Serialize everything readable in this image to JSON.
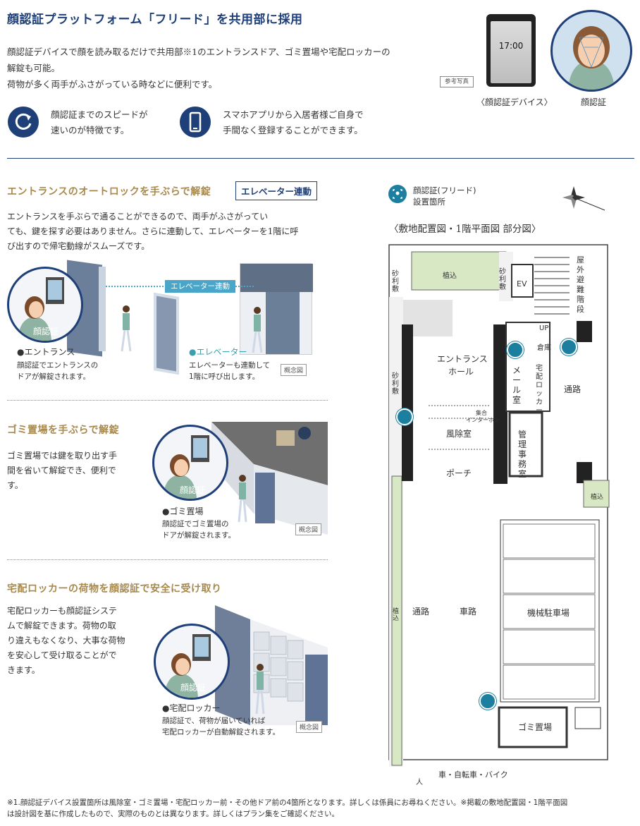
{
  "header": {
    "title": "顔認証プラットフォーム「フリード」を共用部に採用",
    "intro_line1": "顔認証デバイスで顔を読み取るだけで共用部※1のエントランスドア、ゴミ置場や宅配ロッカーの",
    "intro_line2": "解錠も可能。",
    "intro_line3": "荷物が多く両手がふさがっている時などに便利です。",
    "device_time": "17:00",
    "sample_tag": "参考写真",
    "device_caption": "〈顔認証デバイス〉",
    "face_caption": "顔認証"
  },
  "features": [
    {
      "icon": "refresh-icon",
      "line1": "顔認証までのスピードが",
      "line2": "速いのが特徴です。"
    },
    {
      "icon": "smartphone-icon",
      "line1": "スマホアプリから入居者様ご自身で",
      "line2": "手間なく登録することができます。"
    }
  ],
  "entrance": {
    "title": "エントランスのオートロックを手ぶらで解錠",
    "tag": "エレベーター連動",
    "body1": "エントランスを手ぶらで通ることができるので、両手がふさがってい",
    "body2": "ても、鍵を探す必要はありません。さらに連動して、エレベーターを1階に呼",
    "body3": "び出すので帰宅動線がスムーズです。",
    "face_label": "顔認証",
    "arrow_label": "エレベーター連動",
    "cap1_title": "●エントランス",
    "cap1_line1": "顔認証でエントランスの",
    "cap1_line2": "ドアが解錠されます。",
    "cap2_title": "●エレベーター",
    "cap2_line1": "エレベーターも連動して",
    "cap2_line2": "1階に呼び出します。",
    "concept": "概念図"
  },
  "garbage": {
    "title": "ゴミ置場を手ぶらで解錠",
    "body1": "ゴミ置場では鍵を取り出す手",
    "body2": "間を省いて解錠でき、便利で",
    "body3": "す。",
    "face_label": "顔認証",
    "cap_title": "●ゴミ置場",
    "cap_line1": "顔認証でゴミ置場の",
    "cap_line2": "ドアが解錠されます。",
    "concept": "概念図"
  },
  "locker": {
    "title": "宅配ロッカーの荷物を顔認証で安全に受け取り",
    "body1": "宅配ロッカーも顔認証システ",
    "body2": "ムで解錠できます。荷物の取",
    "body3": "り違えもなくなり、大事な荷物",
    "body4": "を安心して受け取ることがで",
    "body5": "きます。",
    "face_label": "顔認証",
    "cap_title": "●宅配ロッカー",
    "cap_line1": "顔認証で、荷物が届いていれば",
    "cap_line2": "宅配ロッカーが自動解錠されます。",
    "concept": "概念図"
  },
  "map": {
    "legend_line1": "顔認証(フリード)",
    "legend_line2": "設置箇所",
    "caption": "〈敷地配置図・1階平面図 部分図〉",
    "labels": {
      "plant_top": "植込",
      "gravel_left": "砂利敷",
      "gravel_right": "砂利敷",
      "ev": "EV",
      "stairs": "屋外避難階段",
      "up": "UP",
      "storage": "倉庫",
      "entrance_hall1": "エントランス",
      "entrance_hall2": "ホール",
      "mail": "メール室",
      "locker": "宅配ロッカー",
      "road_right": "通路",
      "gravel_mid": "砂利敷",
      "intercom1": "集合",
      "intercom2": "インターホン",
      "windbreak": "風除室",
      "office": "管理事務室",
      "porch": "ポーチ",
      "plant_right": "植込",
      "plant_left": "植込",
      "aisle": "通路",
      "carway": "車路",
      "parking": "機械駐車場",
      "garbage": "ゴミ置場",
      "person": "人",
      "vehicles": "車・自転車・バイク"
    }
  },
  "footnote": {
    "line1": "※1.顔認証デバイス設置箇所は風除室・ゴミ置場・宅配ロッカー前・その他ドア前の4箇所となります。詳しくは係員にお尋ねください。※掲載の敷地配置図・1階平面図",
    "line2": "は設計図を基に作成したもので、実際のものとは異なります。詳しくはプラン集をご確認ください。"
  },
  "colors": {
    "navy": "#1f3f78",
    "gold": "#a7894d",
    "teal": "#1c7fa0",
    "plant": "#d9e8c4"
  }
}
